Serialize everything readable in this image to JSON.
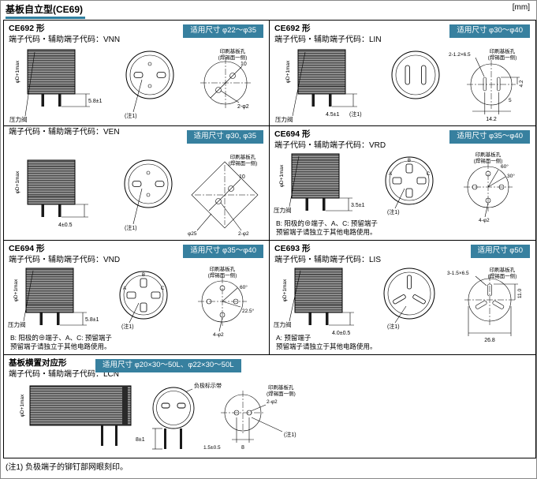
{
  "page": {
    "title": "基板自立型(CE69)",
    "unit": "[mm]",
    "footnote": "(注1) 负极端子的铆钉部网眼刻印。"
  },
  "common": {
    "valve": "压力阀",
    "pcb1": "印刷基板孔",
    "pcb2": "(焊锡面一侧)",
    "note": "(注1)",
    "dia": "φD+1max"
  },
  "colors": {
    "accent": "#37809f"
  },
  "panels": [
    {
      "model": "CE692 形",
      "code": "端子代码・辅助端子代码：VNN",
      "badge": "适用尺寸 φ22～φ35",
      "dims": {
        "lead": "5.8±1",
        "pitch": "10",
        "hole": "2-φ2"
      }
    },
    {
      "model": "CE692 形",
      "code": "端子代码・辅助端子代码：LIN",
      "badge": "适用尺寸 φ30～φ40",
      "dims": {
        "lead": "4.5±1",
        "slot": "2-1.2×6.5",
        "a": "4.2",
        "b": "14.2",
        "c": "5"
      }
    },
    {
      "model": "",
      "code": "端子代码・辅助端子代码：VEN",
      "badge": "适用尺寸 φ30, φ35",
      "dims": {
        "lead": "4±0.5",
        "pitch": "10",
        "dia": "φ25",
        "hole": "2-φ2"
      }
    },
    {
      "model": "CE694 形",
      "code": "端子代码・辅助端子代码：VRD",
      "badge": "适用尺寸 φ35～φ40",
      "dims": {
        "lead": "3.5±1",
        "ang1": "30°",
        "ang2": "60°",
        "hole": "4-φ2"
      },
      "pins": [
        "A",
        "B",
        "C"
      ],
      "note1": "B: 阳极的⊕端子、A、C: 预留端子",
      "note2": "预留端子请独立于其他电路使用。"
    },
    {
      "model": "CE694 形",
      "code": "端子代码・辅助端子代码：VND",
      "badge": "适用尺寸 φ35～φ40",
      "dims": {
        "lead": "5.8±1",
        "ang1": "60°",
        "ang2": "22.5°",
        "hole": "4-φ2"
      },
      "pins": [
        "A",
        "B",
        "C"
      ],
      "note1": "B: 阳极的⊕端子、A、C: 预留端子",
      "note2": "预留端子请独立于其他电路使用。"
    },
    {
      "model": "CE693 形",
      "code": "端子代码・辅助端子代码：LIS",
      "badge": "适用尺寸 φ50",
      "dims": {
        "lead": "4.0±0.5",
        "slot": "3-1.5×6.5",
        "a": "11.0",
        "b": "26.8"
      },
      "note1": "A: 预留端子",
      "note2": "预留端子请独立于其他电路使用。"
    },
    {
      "model": "基板横置对应形",
      "code": "端子代码・辅助端子代码：LCN",
      "badge": "适用尺寸 φ20×30～50L、φ22×30～50L",
      "dims": {
        "lead": "8±1",
        "a": "1.5±0.5",
        "b": "8",
        "hole": "2-φ2"
      },
      "band": "负极标示带"
    }
  ]
}
